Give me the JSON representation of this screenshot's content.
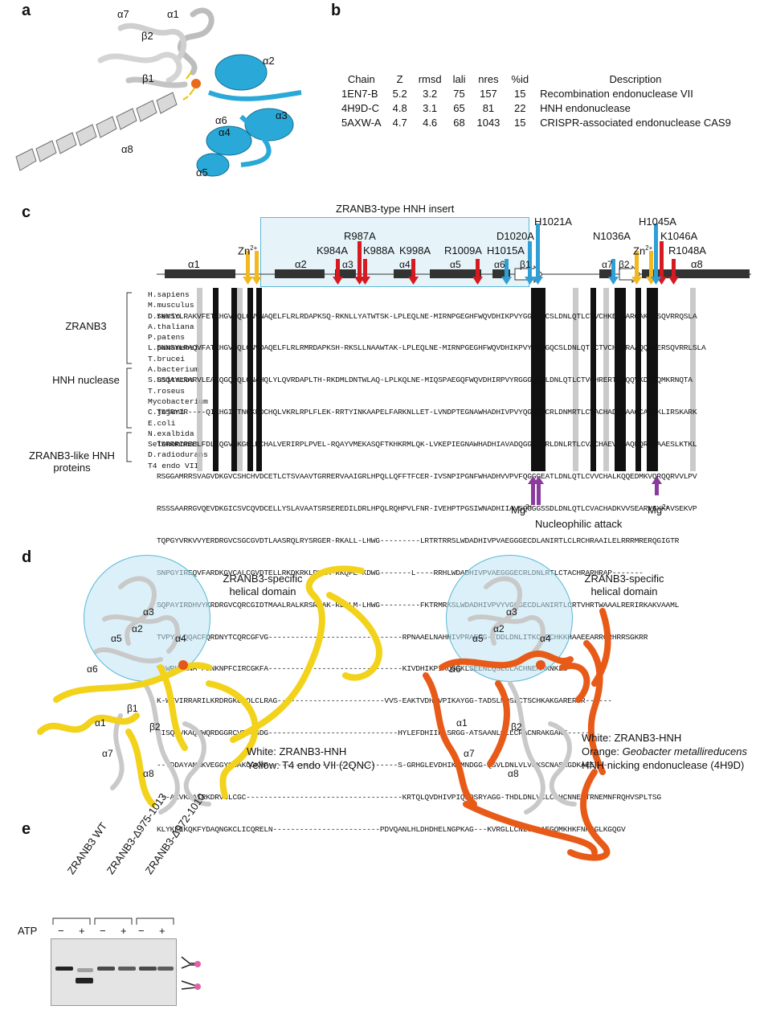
{
  "panels": {
    "a": "a",
    "b": "b",
    "c": "c",
    "d": "d",
    "e": "e"
  },
  "panel_a": {
    "labels": [
      "α7",
      "α1",
      "β2",
      "α2",
      "β1",
      "α6",
      "α3",
      "α4",
      "α8",
      "α5"
    ]
  },
  "panel_b": {
    "headers": [
      "Chain",
      "Z",
      "rmsd",
      "lali",
      "nres",
      "%id",
      "Description"
    ],
    "rows": [
      [
        "1EN7-B",
        "5.2",
        "3.2",
        "75",
        "157",
        "15",
        "Recombination endonuclease VII"
      ],
      [
        "4H9D-C",
        "4.8",
        "3.1",
        "65",
        "81",
        "22",
        "HNH endonuclease"
      ],
      [
        "5AXW-A",
        "4.7",
        "4.6",
        "68",
        "1043",
        "15",
        "CRISPR-associated endonuclease CAS9"
      ]
    ]
  },
  "panel_c": {
    "insert_title": "ZRANB3-type HNH insert",
    "mutations": {
      "H1021A": "H1021A",
      "H1045A": "H1045A",
      "R987A": "R987A",
      "D1020A": "D1020A",
      "K984A": "K984A",
      "K988A": "K988A",
      "K998A": "K998A",
      "R1009A": "R1009A",
      "H1015A": "H1015A",
      "N1036A": "N1036A",
      "K1046A": "K1046A",
      "R1048A": "R1048A"
    },
    "zn_left": "Zn",
    "zn_right": "Zn",
    "zn_sup": "2+",
    "ss": [
      "α1",
      "α2",
      "α3",
      "α4",
      "α5",
      "α6",
      "β1",
      "α7",
      "β2",
      "α8"
    ],
    "groups": [
      "ZRANB3",
      "HNH nuclease",
      "ZRANB3-like HNH proteins"
    ],
    "species": [
      "H.sapiens",
      "M.musculus",
      "D.rerio",
      "A.thaliana",
      "P.patens",
      "L.panamensis",
      "T.brucei",
      "A.bacterium",
      "S.usitatus",
      "T.roseus",
      "Mycobacterium",
      "C.jejuni",
      "E.coli",
      "N.exalbida",
      "Selenomonas",
      "D.radiodurans",
      "T4 endo VII"
    ],
    "sequences": [
      "SNNSYLRAKVFETEHGVCQLCNVNAQELFLRLRDAPKSQ-RKNLLYATWTSK-LPLEQLNE-MIRNPGEGHFWQVDHIKPVYGGGGQCSLDNLQTLCTVCHKERTARQAKERSQVRRQSLA",
      "SNNSYLRAQVFATEHGVCQLCNVDAQELFLRLRMRDAPKSH-RKSLLNAAWTAK-LPLEQLNE-MIRNPGEGHFWQVDHIKPVYGGGGQCSLDNLQTLCTVCHKERAAQQAKERSQVRRLSLA",
      "SSQAYLRARVLEAEQGQCQLCNAHQLYLQVRDAPLTH-RKDMLDNTWLAQ-LPLKQLNE-MIQSPAEGQFWQVDHIRPVYRGGGQCSLDNLQTLCTVCHRERTARQQVKDRSQMKRNQTA",
      "TSSRYIR----QIEHGICTNCKLDCHQLVKRLRPLFLEK-RRTYINKAAPELFARKNLLET-LVNDPTEGNAWHADHIVPVYQGGGECRLDNMRTLCVACHADVTAAQCAERKLIRSKARK",
      "TSRRRIREELFDLEQGVCKGCLDCHALVERIRPLPVEL-RQAYVMEKASQFTKHKRMLQK-LVKEPIEGNAWHADHIAVADQGGGERRLDNLRTLCVACHAEVTAAQDQRRHAAESLKTKL",
      "RSGGAMRRSVAGVDKGVCSHCHVDCETLCTSVAAVTGRRERVAAIGRLHPQLLQFFTFCER-IVSNPIPGNFWHADHVVPVFQGGGEATLDNLQTLCVVCHALKQQEDMKVQRQQRVVLPV",
      "RSSSAARRGVQEVDKGICSVCQVDCELLYSLAVAATSRSEREDILDRLHPQLRQHPVLFNR-IVEHPTPGSIWNADHIIAVSQGGGSSDLDNLQTLCVACHADKVVSEARVGYKAVSEKVP",
      "TQPGYVRKVVYERDRGVCSGCGVDTLAASRQLRYSRGER-RKALL-LHWG---------LRTRTRRSLWDADHIVPVAEGGGECDLANIRTLCLRCHRAAILELRRRMRERQGIGTR",
      "SNPGYIREQVFARDKGVCALCGVDTELLRKDKRKLDYKA-RKQFE-KDWG-------L----RRHLWDADHIVPVAEGGGECRLDNLRTLCTACHRARHRAP-------",
      "SQPAYIRDHVYKRDRGVCQRCGIDTMAALRALKRSRGAK-REELM-LHWG---------FKTRMRKSLWDADHIVPVYVGGGECDLANIRTLCRTVHRTWAAALRERIRKAKVAAML",
      "TVPYALQQACFQRDNYTCQRCGFVG------------------------------RPNAAELNAHHIVPRAEGG-TDDLDNLITKCVPCHKKHAAEEARRGRHRRSGKRR",
      "VAWRKIRNA-FINKNPFCIRCGKFA------------------------------KIVDHIKPIKQGGKLSEENLQSLCLACHNEKAKNKLG----",
      "K-WTVIRRARILKRDRGKCLQLCLRAG------------------------VVS-EAKTVDHIVPIKAYGG-TADSLNQSLCTSCHKAKGARERIR------",
      "SISQEVKAQVWQRDGGRCVECGSDG-----------------------------HYLEFDHIIPLSRGG-ATSAANLQLLCRACNRAKGARI-----",
      "--YDDAYANAKVEGGYQCAKCGKVF-----------------------------S-GRHGLEVDHIKPMNDGG-QSVLDNLVLVCKSCNASKGDKAEE---",
      "---AEVKKAIRKDRVCLCGC-----------------------------------KRTQLQVDHIVPIQHQSRYAGG-THDLDNLVCLCSHCNNEKTRNEMNFRQHVSPLTSG",
      "KLYKEEKQKFYDAQNGKCLICQRELN------------------------PDVQANLHLDHDHELNGPKAG---KVRGLLCNLCNAAEGQMKHKFNRSGLKGQGV"
    ],
    "mg_left": "Mg",
    "mg_right": "Mg",
    "mg_sup": "2+",
    "nucleophilic": "Nucleophilic attack"
  },
  "panel_d": {
    "domain_label_1": "ZRANB3-specific",
    "domain_label_2": "helical domain",
    "helix_labels": [
      "α3",
      "α2",
      "α5",
      "α4",
      "α6",
      "β1",
      "α1",
      "β2",
      "α7",
      "α8"
    ],
    "left_caption_1": "White: ZRANB3-HNH",
    "left_caption_2": "Yellow: T4 endo VII (2QNC)",
    "right_caption_1": "White: ZRANB3-HNH",
    "right_caption_2_prefix": "Orange: ",
    "right_caption_2_italic": "Geobacter metallireducens",
    "right_caption_3": "HNH nicking endonuclease (4H9D)"
  },
  "panel_e": {
    "lanes": [
      "ZRANB3 WT",
      "ZRANB3-Δ975-1013",
      "ZRANB3-Δ972-1010"
    ],
    "atp_label": "ATP",
    "atp_states": [
      "−",
      "+",
      "−",
      "+",
      "−",
      "+"
    ]
  },
  "colors": {
    "helix_cyan": "#29a9d8",
    "mutation_red": "#d71920",
    "mutation_blue": "#2f9fd6",
    "zn_yellow": "#f2b91e",
    "mg_purple": "#8a3b9c",
    "yellow_struct": "#f2d21a",
    "orange_struct": "#e85a18"
  }
}
